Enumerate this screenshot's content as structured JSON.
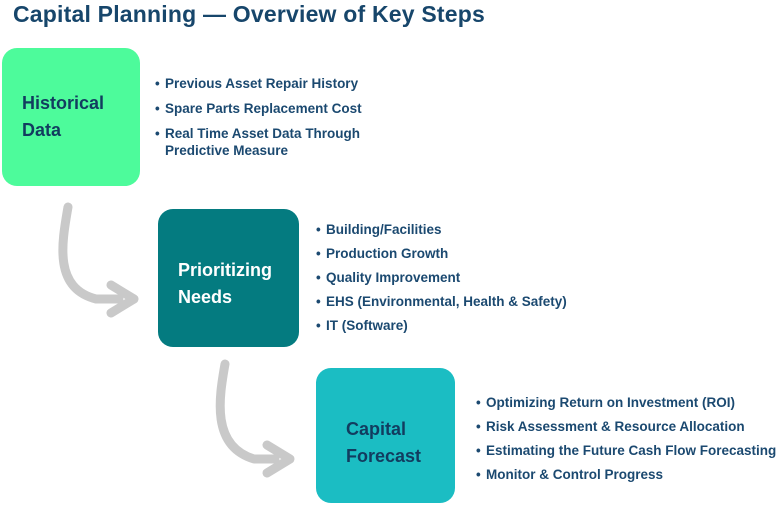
{
  "title": "Capital Planning — Overview of Key Steps",
  "colors": {
    "background": "#FFFFFF",
    "title_text": "#17466B",
    "bullet_text": "#1B4970",
    "arrow": "#C9C9C9"
  },
  "steps": [
    {
      "id": "historical-data",
      "label": "Historical Data",
      "box_color": "#4DFB9B",
      "label_color": "#123C5F",
      "bullets": [
        "Previous Asset Repair History",
        "Spare Parts Replacement Cost",
        "Real Time Asset Data Through Predictive Measure"
      ]
    },
    {
      "id": "prioritizing-needs",
      "label": "Prioritizing Needs",
      "box_color": "#047B80",
      "label_color": "#FFFFFF",
      "bullets": [
        "Building/Facilities",
        "Production Growth",
        "Quality Improvement",
        "EHS (Environmental, Health & Safety)",
        "IT (Software)"
      ]
    },
    {
      "id": "capital-forecast",
      "label": "Capital Forecast",
      "box_color": "#1BBDC3",
      "label_color": "#123C5F",
      "bullets": [
        "Optimizing Return on Investment (ROI)",
        "Risk Assessment & Resource Allocation",
        "Estimating the Future Cash Flow Forecasting",
        "Monitor & Control Progress"
      ]
    }
  ]
}
